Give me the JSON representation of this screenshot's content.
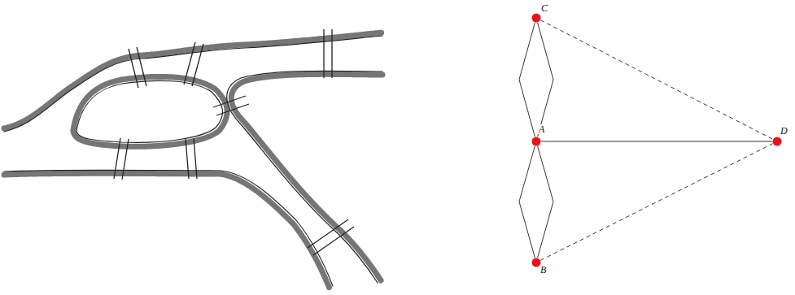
{
  "diagram": {
    "nodes": [
      {
        "text": [
          "C"
        ]
      },
      {
        "text": [
          "A"
        ]
      },
      {
        "text": [
          "D"
        ]
      },
      {
        "text": [
          "B"
        ]
      }
    ],
    "edges": [
      {
        "from": 0,
        "to": 1,
        "arrow": "none"
      },
      {
        "from": 0,
        "to": 1,
        "arrow": "none"
      },
      {
        "from": 1,
        "to": 3,
        "arrow": "none"
      },
      {
        "from": 1,
        "to": 3,
        "arrow": "none"
      },
      {
        "from": 0,
        "to": 2,
        "arrow": "none"
      },
      {
        "from": 1,
        "to": 2,
        "arrow": "none"
      },
      {
        "from": 3,
        "to": 2,
        "arrow": "none"
      }
    ]
  }
}
